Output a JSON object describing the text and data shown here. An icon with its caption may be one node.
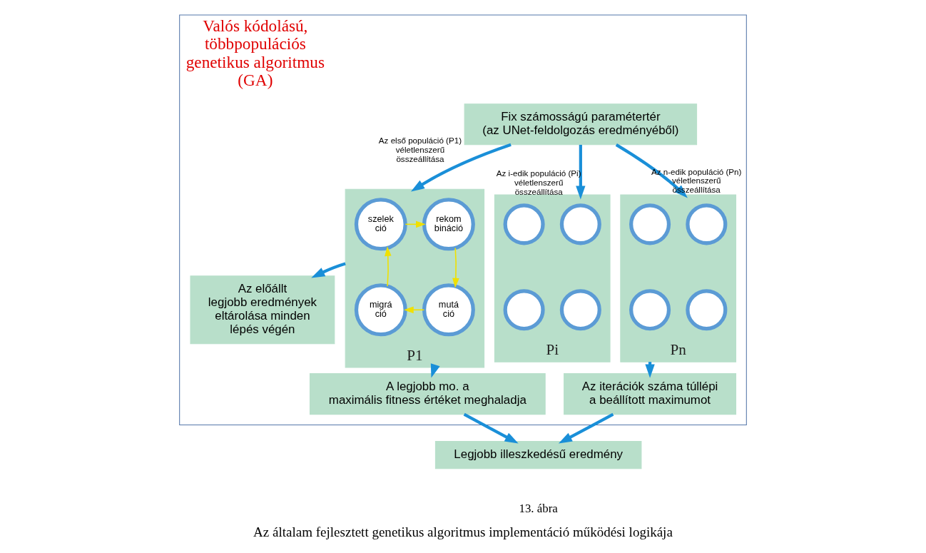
{
  "diagram": {
    "caption": "Az általam fejlesztett genetikus algoritmus implementáció működési logikája",
    "nodes": [
      {
        "text": [
          "Valós kódolású, többpopulációs genetikus algoritmus (GA)"
        ]
      },
      {
        "text": [
          "Fix számosságú paramétertér (az UNet-feldolgozás eredményéből)"
        ],
        "in": 0
      },
      {
        "text": [
          "Az előállt legjobb eredmények eltárolása minden lépés végén"
        ],
        "in": 0
      },
      {
        "text": [
          "P1"
        ],
        "in": 0
      },
      {
        "text": [
          "szelek ció"
        ],
        "in": 3
      },
      {
        "text": [
          "rekom bináció"
        ],
        "in": 3
      },
      {
        "text": [
          "migrá ció"
        ],
        "in": 3
      },
      {
        "text": [
          "mutá ció"
        ],
        "in": 3
      },
      {
        "text": [
          "Pi"
        ],
        "in": 0
      },
      {
        "text": [],
        "shape": "circle",
        "in": 8
      },
      {
        "text": [],
        "shape": "circle",
        "in": 8
      },
      {
        "text": [],
        "shape": "circle",
        "in": 8
      },
      {
        "text": [],
        "shape": "circle",
        "in": 8
      },
      {
        "text": [
          "Pn"
        ],
        "in": 0
      },
      {
        "text": [],
        "shape": "circle",
        "in": 13
      },
      {
        "text": [],
        "shape": "circle",
        "in": 13
      },
      {
        "text": [],
        "shape": "circle",
        "in": 13
      },
      {
        "text": [],
        "shape": "circle",
        "in": 13
      },
      {
        "text": [
          "A legjobb mo. a maximális fitness értéket meghaladja"
        ],
        "in": 0
      },
      {
        "text": [
          "Az iterációk száma túllépi a beállított maximumot"
        ],
        "in": 0
      },
      {
        "text": [
          "Legjobb illeszkedésű eredmény"
        ]
      }
    ],
    "edges": [
      {
        "from": 1,
        "to": 3,
        "arrow": "to",
        "label": "Az első populáció (P1) véletlenszerű összeállítása"
      },
      {
        "from": 1,
        "to": 8,
        "arrow": "to",
        "label": "Az i-edik populáció (Pi) véletlenszerű összeállítása"
      },
      {
        "from": 1,
        "to": 13,
        "arrow": "to",
        "label": "Az n-edik populáció (Pn) véletlenszerű összeállítása"
      },
      {
        "from": 4,
        "to": 5,
        "arrow": "to",
        "color": "#f0e000"
      },
      {
        "from": 5,
        "to": 7,
        "arrow": "to",
        "color": "#f0e000"
      },
      {
        "from": 7,
        "to": 6,
        "arrow": "to",
        "color": "#f0e000"
      },
      {
        "from": 6,
        "to": 4,
        "arrow": "to",
        "color": "#f0e000"
      },
      {
        "from": 3,
        "to": 2,
        "arrow": "to"
      },
      {
        "from": 3,
        "to": 18,
        "arrow": "to"
      },
      {
        "from": 13,
        "to": 19,
        "arrow": "to"
      },
      {
        "from": 18,
        "to": 20,
        "arrow": "to"
      },
      {
        "from": 19,
        "to": 20,
        "arrow": "to"
      }
    ],
    "labels": [
      "13. ábra"
    ]
  }
}
